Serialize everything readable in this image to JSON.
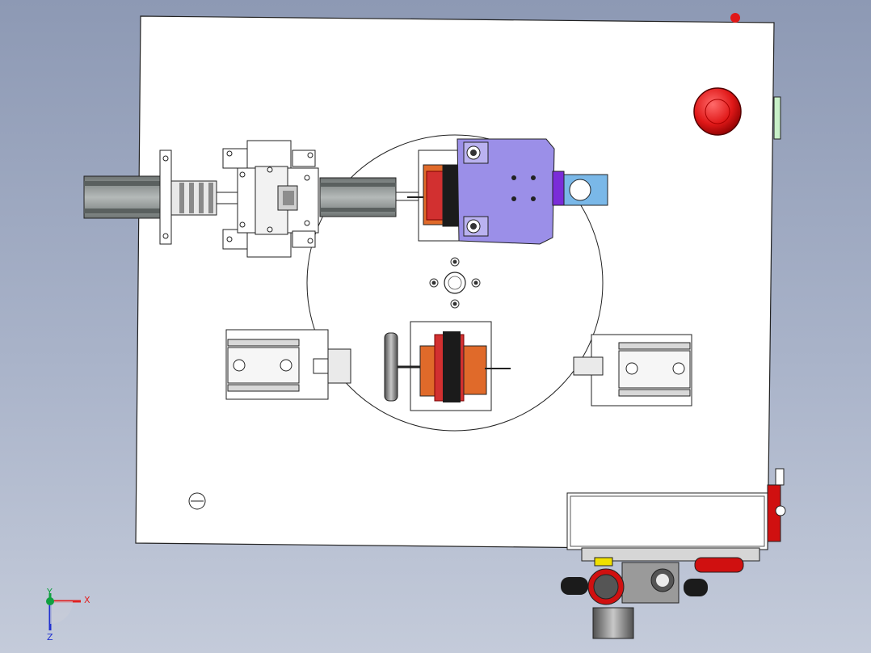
{
  "view": {
    "background_top": "#8d99b4",
    "background_bottom": "#c4cbda"
  },
  "axis_triad": {
    "x_label": "X",
    "y_label": "Y",
    "z_label": "Z",
    "x_color": "#e02020",
    "y_color": "#10a040",
    "z_color": "#2030d0"
  },
  "colors": {
    "plate": "#ffffff",
    "motor_body": "#9aa09f",
    "bracket_purple": "#9b8fe8",
    "clamp_blue": "#7ab8e8",
    "estop_red": "#e01818",
    "coil_red": "#d23030",
    "valve_red": "#d01010"
  }
}
